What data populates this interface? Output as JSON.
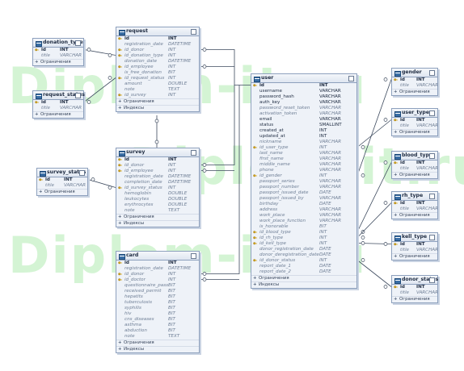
{
  "watermark": "Diplom-it.ru",
  "labels": {
    "constraints": "Ограничения",
    "indexes": "Индексы"
  },
  "tables": {
    "donation_type": {
      "name": "donation_type",
      "rows": [
        {
          "col": "id",
          "type": "INT",
          "style": "pk",
          "key": true
        },
        {
          "col": "title",
          "type": "VARCHAR",
          "style": "nullable"
        }
      ]
    },
    "request_status": {
      "name": "request_status",
      "rows": [
        {
          "col": "id",
          "type": "INT",
          "style": "pk",
          "key": true
        },
        {
          "col": "title",
          "type": "VARCHAR",
          "style": "nullable"
        }
      ]
    },
    "survey_status": {
      "name": "survey_status",
      "rows": [
        {
          "col": "id",
          "type": "INT",
          "style": "pk",
          "key": true
        },
        {
          "col": "title",
          "type": "VARCHAR",
          "style": "nullable"
        }
      ]
    },
    "request": {
      "name": "request",
      "rows": [
        {
          "col": "id",
          "type": "INT",
          "style": "pk",
          "key": true
        },
        {
          "col": "registration_date",
          "type": "DATETIME",
          "style": "nullable"
        },
        {
          "col": "id_donor",
          "type": "INT",
          "style": "nullable",
          "key": true
        },
        {
          "col": "id_donation_type",
          "type": "INT",
          "style": "nullable",
          "key": true
        },
        {
          "col": "donation_date",
          "type": "DATETIME",
          "style": "nullable"
        },
        {
          "col": "id_employee",
          "type": "INT",
          "style": "nullable",
          "key": true
        },
        {
          "col": "is_free_donation",
          "type": "BIT",
          "style": "nullable"
        },
        {
          "col": "id_request_status",
          "type": "INT",
          "style": "nullable",
          "key": true
        },
        {
          "col": "amount",
          "type": "DOUBLE",
          "style": "nullable"
        },
        {
          "col": "note",
          "type": "TEXT",
          "style": "nullable"
        },
        {
          "col": "id_survey",
          "type": "INT",
          "style": "nullable",
          "key": true
        }
      ]
    },
    "survey": {
      "name": "survey",
      "rows": [
        {
          "col": "id",
          "type": "INT",
          "style": "pk",
          "key": true
        },
        {
          "col": "id_donor",
          "type": "INT",
          "style": "nullable",
          "key": true
        },
        {
          "col": "id_employee",
          "type": "INT",
          "style": "nullable",
          "key": true
        },
        {
          "col": "registration_date",
          "type": "DATETIME",
          "style": "nullable"
        },
        {
          "col": "completion_date",
          "type": "DATETIME",
          "style": "nullable"
        },
        {
          "col": "id_survey_status",
          "type": "INT",
          "style": "nullable",
          "key": true
        },
        {
          "col": "hemoglobin",
          "type": "DOUBLE",
          "style": "nullable"
        },
        {
          "col": "leukocytes",
          "type": "DOUBLE",
          "style": "nullable"
        },
        {
          "col": "erythrocytes",
          "type": "DOUBLE",
          "style": "nullable"
        },
        {
          "col": "note",
          "type": "TEXT",
          "style": "nullable"
        }
      ]
    },
    "card": {
      "name": "card",
      "rows": [
        {
          "col": "id",
          "type": "INT",
          "style": "pk",
          "key": true
        },
        {
          "col": "registration_date",
          "type": "DATETIME",
          "style": "nullable"
        },
        {
          "col": "id_donor",
          "type": "INT",
          "style": "nullable",
          "key": true
        },
        {
          "col": "id_doctor",
          "type": "INT",
          "style": "nullable",
          "key": true
        },
        {
          "col": "questionnaire_pass",
          "type": "BIT",
          "style": "nullable"
        },
        {
          "col": "received_permit",
          "type": "BIT",
          "style": "nullable"
        },
        {
          "col": "hepatits",
          "type": "BIT",
          "style": "nullable"
        },
        {
          "col": "tuberculosis",
          "type": "BIT",
          "style": "nullable"
        },
        {
          "col": "syphilis",
          "type": "BIT",
          "style": "nullable"
        },
        {
          "col": "hiv",
          "type": "BIT",
          "style": "nullable"
        },
        {
          "col": "cns_diseases",
          "type": "BIT",
          "style": "nullable"
        },
        {
          "col": "asthma",
          "type": "BIT",
          "style": "nullable"
        },
        {
          "col": "abduction",
          "type": "BIT",
          "style": "nullable"
        },
        {
          "col": "note",
          "type": "TEXT",
          "style": "nullable"
        }
      ]
    },
    "user": {
      "name": "user",
      "rows": [
        {
          "col": "id",
          "type": "INT",
          "style": "pk",
          "key": true
        },
        {
          "col": "username",
          "type": "VARCHAR",
          "style": "nn"
        },
        {
          "col": "password_hash",
          "type": "VARCHAR",
          "style": "nn"
        },
        {
          "col": "auth_key",
          "type": "VARCHAR",
          "style": "nn"
        },
        {
          "col": "password_reset_token",
          "type": "VARCHAR",
          "style": "nullable"
        },
        {
          "col": "activation_token",
          "type": "VARCHAR",
          "style": "nullable"
        },
        {
          "col": "email",
          "type": "VARCHAR",
          "style": "nn"
        },
        {
          "col": "status",
          "type": "SMALLINT",
          "style": "nn"
        },
        {
          "col": "created_at",
          "type": "INT",
          "style": "nn"
        },
        {
          "col": "updated_at",
          "type": "INT",
          "style": "nn"
        },
        {
          "col": "nickname",
          "type": "VARCHAR",
          "style": "nullable"
        },
        {
          "col": "id_user_type",
          "type": "INT",
          "style": "nullable",
          "key": true
        },
        {
          "col": "last_name",
          "type": "VARCHAR",
          "style": "nullable"
        },
        {
          "col": "first_name",
          "type": "VARCHAR",
          "style": "nullable"
        },
        {
          "col": "middle_name",
          "type": "VARCHAR",
          "style": "nullable"
        },
        {
          "col": "phone",
          "type": "VARCHAR",
          "style": "nullable"
        },
        {
          "col": "id_gender",
          "type": "INT",
          "style": "nullable",
          "key": true
        },
        {
          "col": "passport_series",
          "type": "VARCHAR",
          "style": "nullable"
        },
        {
          "col": "passport_number",
          "type": "VARCHAR",
          "style": "nullable"
        },
        {
          "col": "passport_issued_date",
          "type": "DATE",
          "style": "nullable"
        },
        {
          "col": "passport_issued_by",
          "type": "VARCHAR",
          "style": "nullable"
        },
        {
          "col": "birthday",
          "type": "DATE",
          "style": "nullable"
        },
        {
          "col": "address",
          "type": "VARCHAR",
          "style": "nullable"
        },
        {
          "col": "work_place",
          "type": "VARCHAR",
          "style": "nullable"
        },
        {
          "col": "work_place_function",
          "type": "VARCHAR",
          "style": "nullable"
        },
        {
          "col": "is_honorable",
          "type": "BIT",
          "style": "nullable"
        },
        {
          "col": "id_blood_type",
          "type": "INT",
          "style": "nullable",
          "key": true
        },
        {
          "col": "id_rh_type",
          "type": "INT",
          "style": "nullable",
          "key": true
        },
        {
          "col": "id_kell_type",
          "type": "INT",
          "style": "nullable",
          "key": true
        },
        {
          "col": "donor_registration_date",
          "type": "DATE",
          "style": "nullable"
        },
        {
          "col": "donor_deregistration_date",
          "type": "DATE",
          "style": "nullable"
        },
        {
          "col": "id_donor_status",
          "type": "INT",
          "style": "nullable",
          "key": true
        },
        {
          "col": "report_date_1",
          "type": "DATE",
          "style": "nullable"
        },
        {
          "col": "report_date_2",
          "type": "DATE",
          "style": "nullable"
        }
      ]
    },
    "gender": {
      "name": "gender",
      "rows": [
        {
          "col": "id",
          "type": "INT",
          "style": "pk",
          "key": true
        },
        {
          "col": "title",
          "type": "VARCHAR",
          "style": "nullable"
        }
      ]
    },
    "user_type": {
      "name": "user_type",
      "rows": [
        {
          "col": "id",
          "type": "INT",
          "style": "pk",
          "key": true
        },
        {
          "col": "title",
          "type": "VARCHAR",
          "style": "nullable"
        }
      ]
    },
    "blood_type": {
      "name": "blood_type",
      "rows": [
        {
          "col": "id",
          "type": "INT",
          "style": "pk",
          "key": true
        },
        {
          "col": "title",
          "type": "VARCHAR",
          "style": "nullable"
        }
      ]
    },
    "rh_type": {
      "name": "rh_type",
      "rows": [
        {
          "col": "id",
          "type": "INT",
          "style": "pk",
          "key": true
        },
        {
          "col": "title",
          "type": "VARCHAR",
          "style": "nullable"
        }
      ]
    },
    "kell_type": {
      "name": "kell_type",
      "rows": [
        {
          "col": "id",
          "type": "INT",
          "style": "pk",
          "key": true
        },
        {
          "col": "title",
          "type": "VARCHAR",
          "style": "nullable"
        }
      ]
    },
    "donor_status": {
      "name": "donor_status",
      "rows": [
        {
          "col": "id",
          "type": "INT",
          "style": "pk",
          "key": true
        },
        {
          "col": "title",
          "type": "VARCHAR",
          "style": "nullable"
        }
      ]
    }
  }
}
